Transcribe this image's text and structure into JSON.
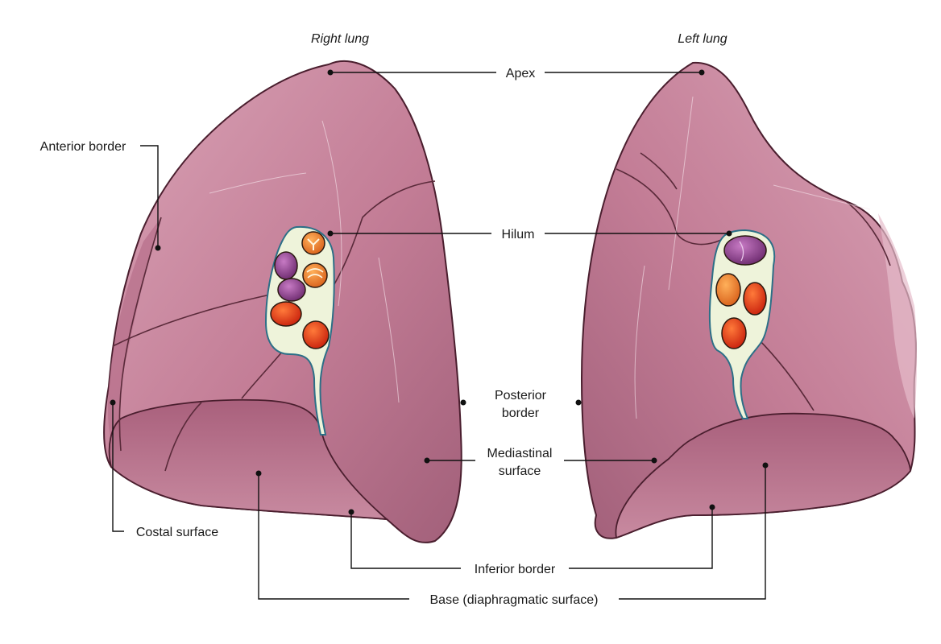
{
  "titles": {
    "right_lung": "Right lung",
    "left_lung": "Left lung"
  },
  "labels": {
    "apex": "Apex",
    "anterior_border": "Anterior border",
    "hilum": "Hilum",
    "posterior_border_line1": "Posterior",
    "posterior_border_line2": "border",
    "mediastinal_surface_line1": "Mediastinal",
    "mediastinal_surface_line2": "surface",
    "costal_surface": "Costal surface",
    "inferior_border": "Inferior border",
    "base": "Base (diaphragmatic surface)"
  },
  "colors": {
    "lung_tissue": "#c8839b",
    "lung_shadow": "#9c5670",
    "lung_highlight": "#e3b3c4",
    "hilum_sheath": "#eef3da",
    "artery": "#e2401f",
    "vein": "#8c3a8c",
    "bronchus": "#f0861e"
  }
}
